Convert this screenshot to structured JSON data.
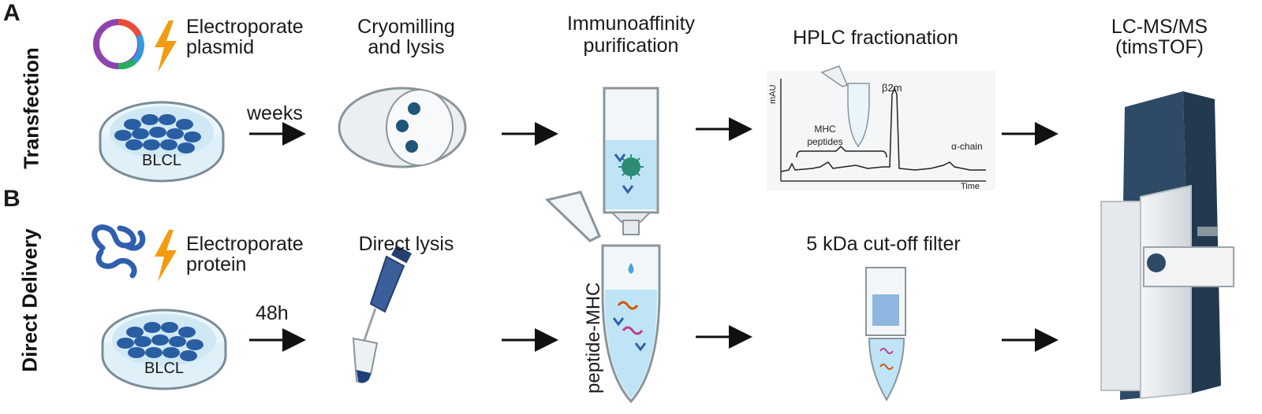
{
  "panels": {
    "a": "A",
    "b": "B"
  },
  "rows": {
    "top": "Transfection",
    "bottom": "Direct Delivery"
  },
  "top_steps": {
    "electroporate_line1": "Electroporate",
    "electroporate_line2": "plasmid",
    "cryo_line1": "Cryomilling",
    "cryo_line2": "and lysis",
    "immuno_line1": "Immunoaffinity",
    "immuno_line2": "purification",
    "hplc": "HPLC fractionation",
    "lcms_line1": "LC-MS/MS",
    "lcms_line2": "(timsTOF)",
    "weeks": "weeks",
    "dish": "BLCL"
  },
  "bottom_steps": {
    "electroporate_line1": "Electroporate",
    "electroporate_line2": "protein",
    "lysis": "Direct lysis",
    "filter": "5 kDa cut-off filter",
    "time": "48h",
    "dish": "BLCL",
    "tube_label": "peptide-MHC"
  },
  "hplc_chart": {
    "y_label": "mAU",
    "x_label": "Time",
    "mhc_line1": "MHC",
    "mhc_line2": "peptides",
    "b2m": "β2m",
    "alpha": "α-chain"
  },
  "colors": {
    "plasmid": "#8e44ad",
    "bolt": "#f39c12",
    "protein": "#2f5fae",
    "cells": "#2a5ea3",
    "liquid": "#bfe4f5",
    "instrument_dark": "#2f4a66",
    "instrument_light": "#e6e9ec"
  }
}
